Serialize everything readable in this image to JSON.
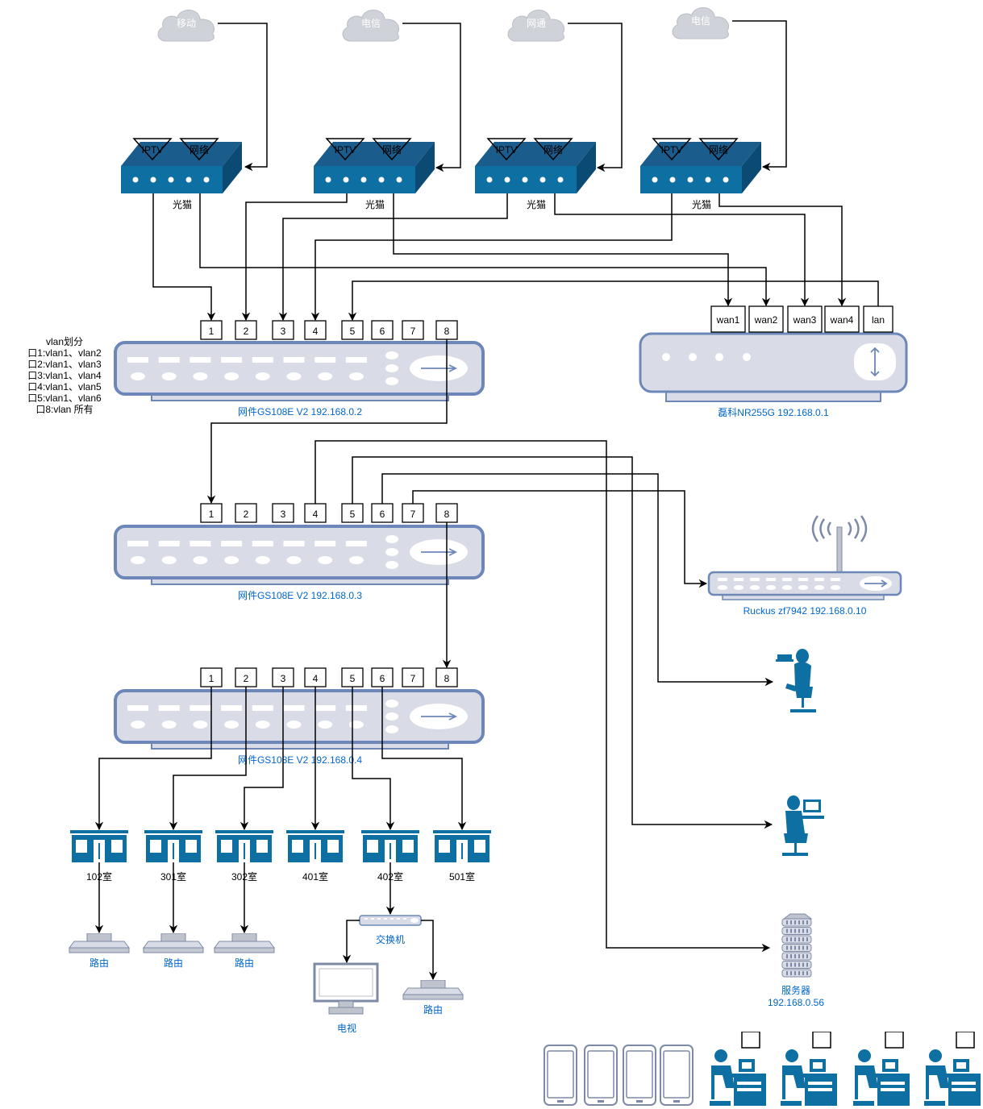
{
  "isps": [
    "移动",
    "电信",
    "网通",
    "电信"
  ],
  "modem": {
    "label": "光猫",
    "port_iptv": "IPTV",
    "port_net": "网络"
  },
  "switch_ports": [
    "1",
    "2",
    "3",
    "4",
    "5",
    "6",
    "7",
    "8"
  ],
  "vlan_note": [
    "vlan划分",
    "口1:vlan1、vlan2",
    "口2:vlan1、vlan3",
    "口3:vlan1、vlan4",
    "口4:vlan1、vlan5",
    "口5:vlan1、vlan6",
    "口8:vlan 所有"
  ],
  "switches": [
    "网件GS108E V2 192.168.0.2",
    "网件GS108E V2 192.168.0.3",
    "网件GS108E V2 192.168.0.4"
  ],
  "router": {
    "label": "磊科NR255G 192.168.0.1",
    "ports": [
      "wan1",
      "wan2",
      "wan3",
      "wan4",
      "lan"
    ]
  },
  "ap": {
    "label": "Ruckus zf7942 192.168.0.10"
  },
  "rooms": [
    "102室",
    "301室",
    "302室",
    "401室",
    "402室",
    "501室"
  ],
  "room_router_label": "路由",
  "room402": {
    "switch_label": "交换机",
    "tv_label": "电视",
    "router_label": "路由"
  },
  "server": {
    "label": "服务器",
    "ip": "192.168.0.56"
  },
  "colors": {
    "device_blue": "#0e6fa3",
    "switch_fill": "#d9dce6",
    "switch_stroke": "#6c87b8",
    "cloud": "#cfd2d9",
    "label_blue": "#0066cc"
  }
}
